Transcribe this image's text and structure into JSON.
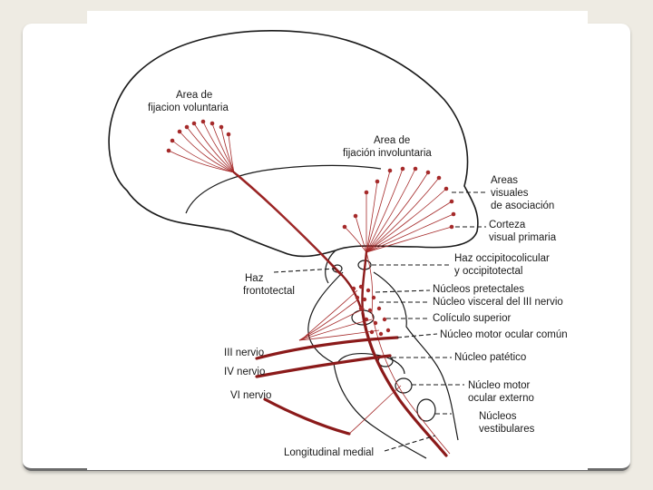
{
  "labels": {
    "voluntary_area": [
      "Area de",
      "fijacion voluntaria"
    ],
    "involuntary_area": [
      "Area de",
      "fijación involuntaria"
    ],
    "visual_assoc": [
      "Areas",
      "visuales",
      "de asociación"
    ],
    "primary_visual": [
      "Corteza",
      "visual primaria"
    ],
    "occipitocollicular": [
      "Haz occipitocolicular",
      "y occipitotectal"
    ],
    "frontotectal": [
      "Haz",
      "frontotectal"
    ],
    "pretectal": "Núcleos pretectales",
    "visceral_iii": "Núcleo visceral del III nervio",
    "superior_colliculus": "Colículo superior",
    "oculomotor_nucleus": "Núcleo motor ocular común",
    "trochlear_nucleus": "Núcleo patético",
    "abducens_nucleus": [
      "Núcleo motor",
      "ocular externo"
    ],
    "vestibular_nuclei": [
      "Núcleos",
      "vestibulares"
    ],
    "nerve_iii": "III nervio",
    "nerve_iv": "IV nervio",
    "nerve_vi": "VI nervio",
    "medial_longitudinal": "Longitudinal medial"
  },
  "colors": {
    "fiber": "#a52a2a",
    "outline": "#1a1a1a",
    "background": "#eeebe3"
  }
}
